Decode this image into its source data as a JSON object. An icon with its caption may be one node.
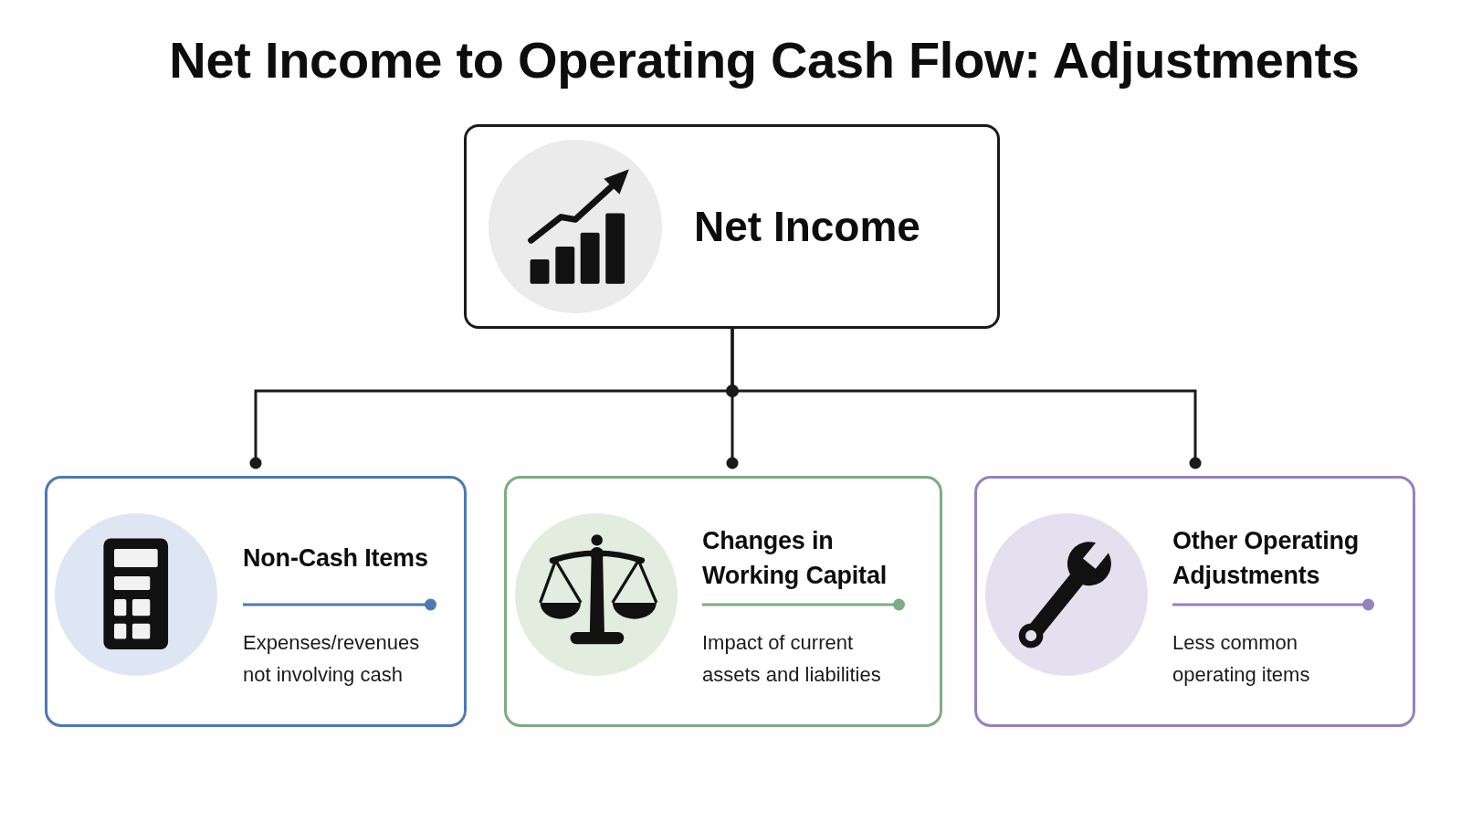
{
  "diagram": {
    "title": "Net Income to Operating Cash Flow: Adjustments",
    "nodes": [
      {
        "text": [
          "Net Income"
        ]
      },
      {
        "text": [
          "Non-Cash Items",
          "Expenses/revenues not involving cash"
        ]
      },
      {
        "text": [
          "Changes in Working Capital",
          "Impact of current assets and liabilities"
        ]
      },
      {
        "text": [
          "Other Operating Adjustments",
          "Less common operating items"
        ]
      }
    ],
    "edges": [
      {
        "from": 0,
        "to": 1,
        "arrow": "other"
      },
      {
        "from": 0,
        "to": 2,
        "arrow": "other"
      },
      {
        "from": 0,
        "to": 3,
        "arrow": "other"
      }
    ]
  }
}
